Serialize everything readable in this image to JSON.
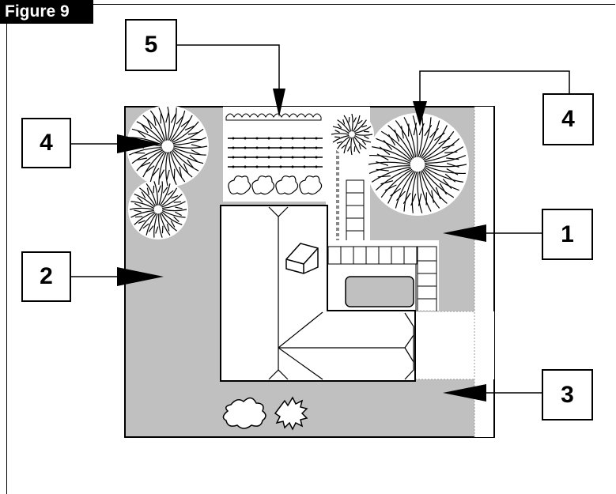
{
  "figure": {
    "label": "Figure 9"
  },
  "callouts": [
    {
      "id": "c1",
      "label": "1"
    },
    {
      "id": "c2",
      "label": "2"
    },
    {
      "id": "c3",
      "label": "3"
    },
    {
      "id": "c4a",
      "label": "4"
    },
    {
      "id": "c4b",
      "label": "4"
    },
    {
      "id": "c5",
      "label": "5"
    }
  ],
  "colors": {
    "lawn": "#c0c0c0",
    "line": "#000000",
    "paving": "#ffffff"
  }
}
